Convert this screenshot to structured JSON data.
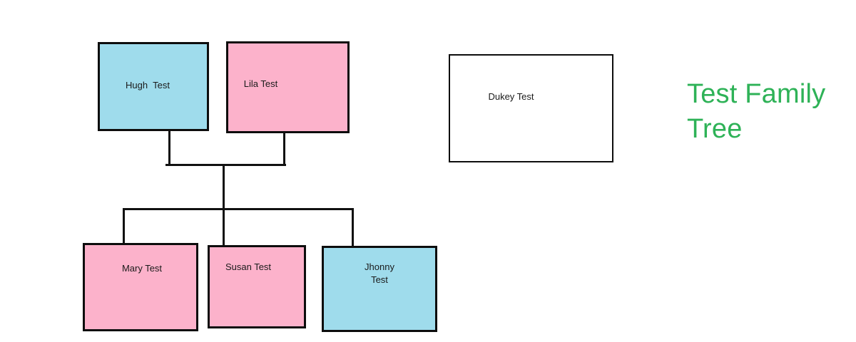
{
  "diagram": {
    "title": "Test Family Tree",
    "title_color": "#2eb257",
    "background_color": "#ffffff",
    "border_color": "#0d0d0d",
    "connector_color": "#111111",
    "colors": {
      "male_fill": "#9fdcec",
      "female_fill": "#fcb2cb",
      "plain_fill": "#ffffff"
    },
    "nodes": [
      {
        "id": "hugh",
        "label": "Hugh  Test",
        "fill": "#9fdcec",
        "generation": 1
      },
      {
        "id": "lila",
        "label": "Lila Test",
        "fill": "#fcb2cb",
        "generation": 1
      },
      {
        "id": "dukey",
        "label": "Dukey Test",
        "fill": "#ffffff",
        "generation": 1
      },
      {
        "id": "mary",
        "label": "Mary Test",
        "fill": "#fcb2cb",
        "generation": 2
      },
      {
        "id": "susan",
        "label": "Susan Test",
        "fill": "#fcb2cb",
        "generation": 2
      },
      {
        "id": "jhonny",
        "label": "Jhonny\nTest",
        "fill": "#9fdcec",
        "generation": 2
      }
    ],
    "connectors": [
      {
        "id": "hugh-drop",
        "from": "hugh",
        "to": "parent-bar"
      },
      {
        "id": "lila-drop",
        "from": "lila",
        "to": "parent-bar"
      },
      {
        "id": "parent-bar",
        "from": "hugh",
        "to": "lila"
      },
      {
        "id": "center-drop",
        "from": "parent-bar",
        "to": "child-bar"
      },
      {
        "id": "child-bar",
        "from": "child-bar",
        "to": "children"
      },
      {
        "id": "mary-drop",
        "from": "child-bar",
        "to": "mary"
      },
      {
        "id": "susan-drop",
        "from": "child-bar",
        "to": "susan"
      },
      {
        "id": "jhonny-drop",
        "from": "child-bar",
        "to": "jhonny"
      }
    ]
  }
}
